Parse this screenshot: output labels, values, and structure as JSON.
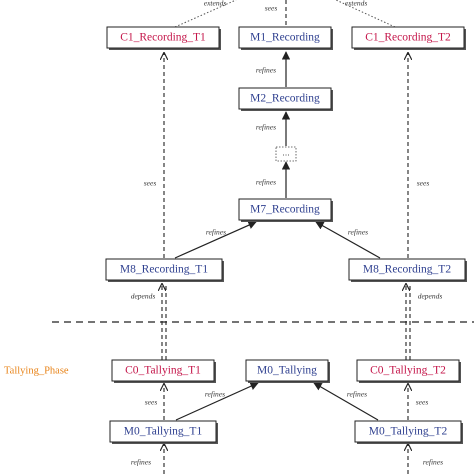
{
  "nodes": {
    "c1_recording_t1": {
      "label": "C1_Recording_T1",
      "kind": "context"
    },
    "m1_recording": {
      "label": "M1_Recording",
      "kind": "machine"
    },
    "c1_recording_t2": {
      "label": "C1_Recording_T2",
      "kind": "context"
    },
    "m2_recording": {
      "label": "M2_Recording",
      "kind": "machine"
    },
    "ellipsis": {
      "label": "...",
      "kind": "placeholder"
    },
    "m7_recording": {
      "label": "M7_Recording",
      "kind": "machine"
    },
    "m8_recording_t1": {
      "label": "M8_Recording_T1",
      "kind": "machine"
    },
    "m8_recording_t2": {
      "label": "M8_Recording_T2",
      "kind": "machine"
    },
    "c0_tallying_t1": {
      "label": "C0_Tallying_T1",
      "kind": "context"
    },
    "m0_tallying": {
      "label": "M0_Tallying",
      "kind": "machine"
    },
    "c0_tallying_t2": {
      "label": "C0_Tallying_T2",
      "kind": "context"
    },
    "m0_tallying_t1": {
      "label": "M0_Tallying_T1",
      "kind": "machine"
    },
    "m0_tallying_t2": {
      "label": "M0_Tallying_T2",
      "kind": "machine"
    }
  },
  "edge_labels": {
    "extends_left": "extends",
    "sees_top": "sees",
    "extends_right": "extends",
    "refines_m2_m1": "refines",
    "refines_ellipsis_m2": "refines",
    "refines_m7_ellipsis": "refines",
    "sees_left": "sees",
    "sees_right": "sees",
    "refines_m8t1_m7": "refines",
    "refines_m8t2_m7": "refines",
    "depends_left": "depends",
    "depends_right": "depends",
    "sees_m0t1": "sees",
    "sees_m0t2": "sees",
    "refines_m0t1_m0": "refines",
    "refines_m0t2_m0": "refines",
    "refines_bottom_left": "refines",
    "refines_bottom_right": "refines"
  },
  "phase_label": "Tallying_Phase",
  "colors": {
    "context_text": "#c4164a",
    "machine_text": "#2e3f8f",
    "phase_label": "#e8841a",
    "line": "#222222"
  }
}
